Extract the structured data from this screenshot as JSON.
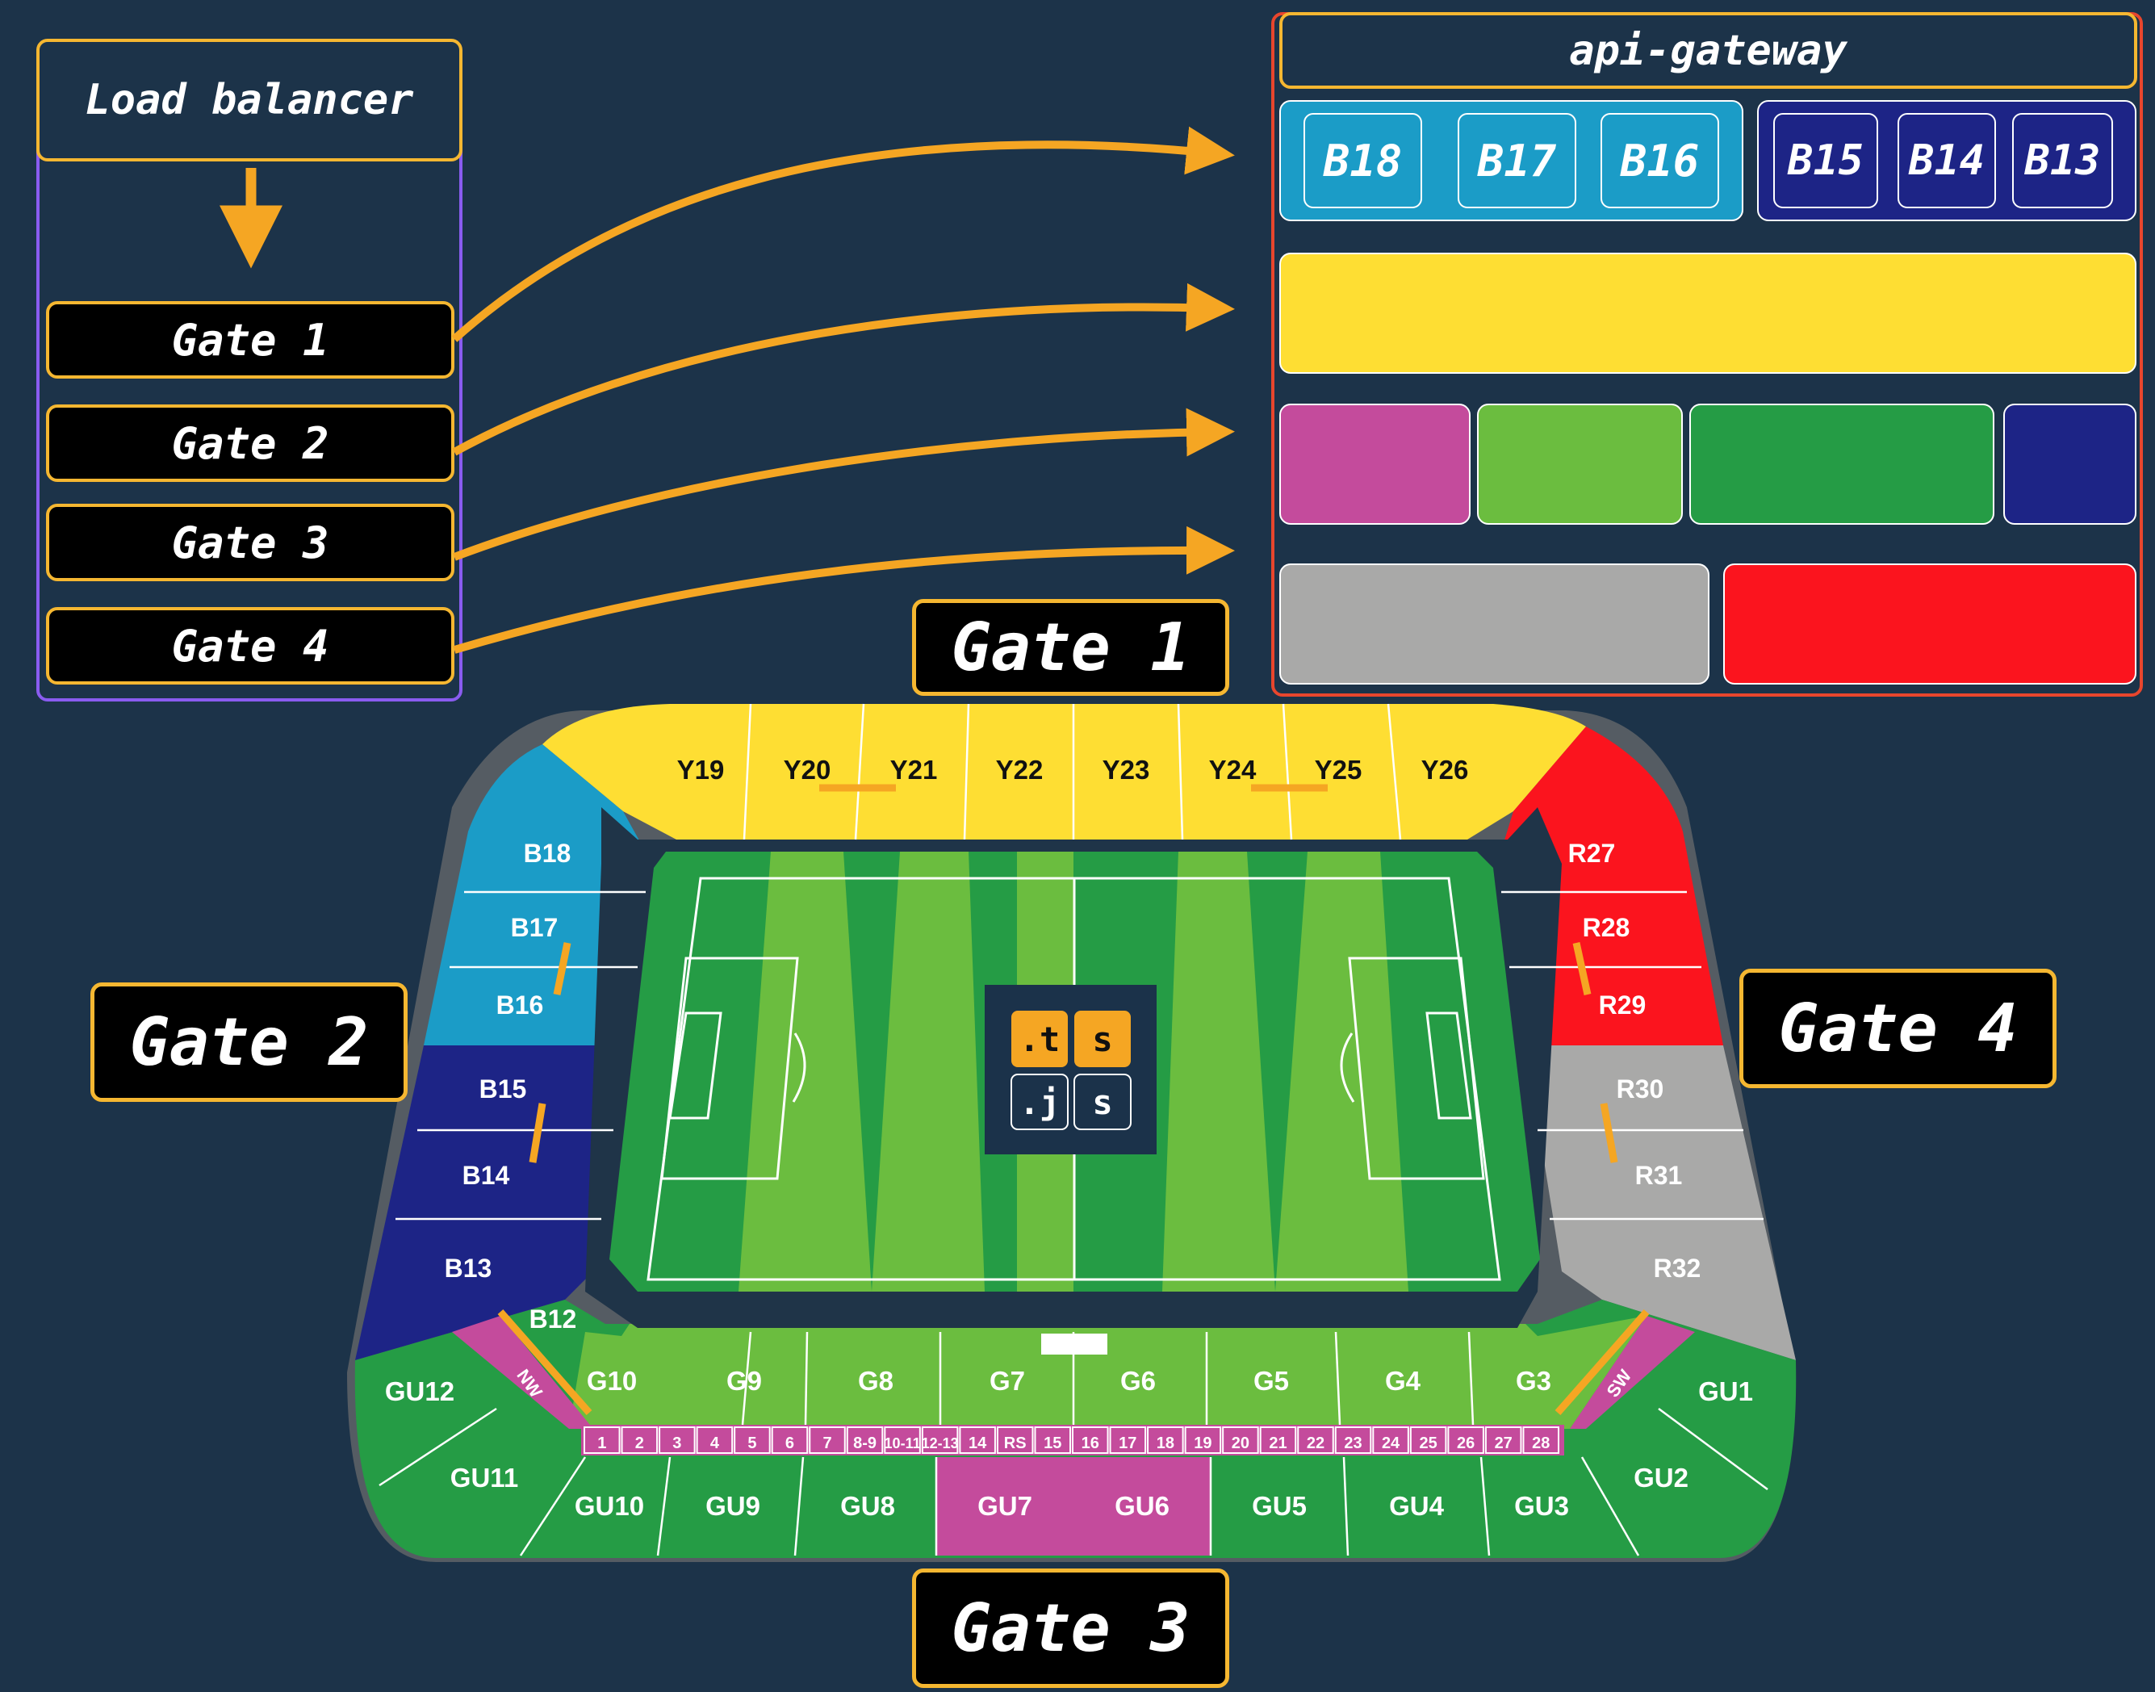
{
  "load_balancer": {
    "title": "Load balancer"
  },
  "gates": [
    "Gate 1",
    "Gate 2",
    "Gate 3",
    "Gate 4"
  ],
  "api_gateway": {
    "title": "api-gateway",
    "blue_row_a": [
      "B18",
      "B17",
      "B16"
    ],
    "blue_row_b": [
      "B15",
      "B14",
      "B13"
    ]
  },
  "stadium": {
    "yellow": [
      "Y19",
      "Y20",
      "Y21",
      "Y22",
      "Y23",
      "Y24",
      "Y25",
      "Y26"
    ],
    "blue": [
      "B18",
      "B17",
      "B16",
      "B15",
      "B14",
      "B13",
      "B12"
    ],
    "red": [
      "R27",
      "R28",
      "R29"
    ],
    "grey": [
      "R30",
      "R31",
      "R32"
    ],
    "green_upper": [
      "G10",
      "G9",
      "G8",
      "G7",
      "G6",
      "G5",
      "G4",
      "G3"
    ],
    "corners": {
      "nw": "NW",
      "sw": "SW"
    },
    "seat_numbers": [
      "1",
      "2",
      "3",
      "4",
      "5",
      "6",
      "7",
      "8-9",
      "10-11",
      "12-13",
      "14",
      "RS",
      "15",
      "16",
      "17",
      "18",
      "19",
      "20",
      "21",
      "22",
      "23",
      "24",
      "25",
      "26",
      "27",
      "28"
    ],
    "green_lower": [
      "GU10",
      "GU9",
      "GU8",
      "GU7",
      "GU6",
      "GU5",
      "GU4",
      "GU3"
    ],
    "green_outer_left": [
      "GU12",
      "GU11"
    ],
    "green_outer_right": [
      "GU1",
      "GU2"
    ],
    "logo": {
      "top_left": ".t",
      "top_right": "s",
      "bottom_left": ".j",
      "bottom_right": "s"
    }
  },
  "gate_tags": {
    "top": "Gate 1",
    "left": "Gate 2",
    "bottom": "Gate 3",
    "right": "Gate 4"
  },
  "colors": {
    "background": "#1c3349",
    "accent": "#f5a623",
    "yellow": "#fede33",
    "light_blue": "#1b9cc7",
    "dark_blue": "#1d2486",
    "red": "#fb141e",
    "grey": "#a9a9a8",
    "green": "#259c45",
    "light_green": "#6bbd3f",
    "magenta": "#c44b9c"
  }
}
